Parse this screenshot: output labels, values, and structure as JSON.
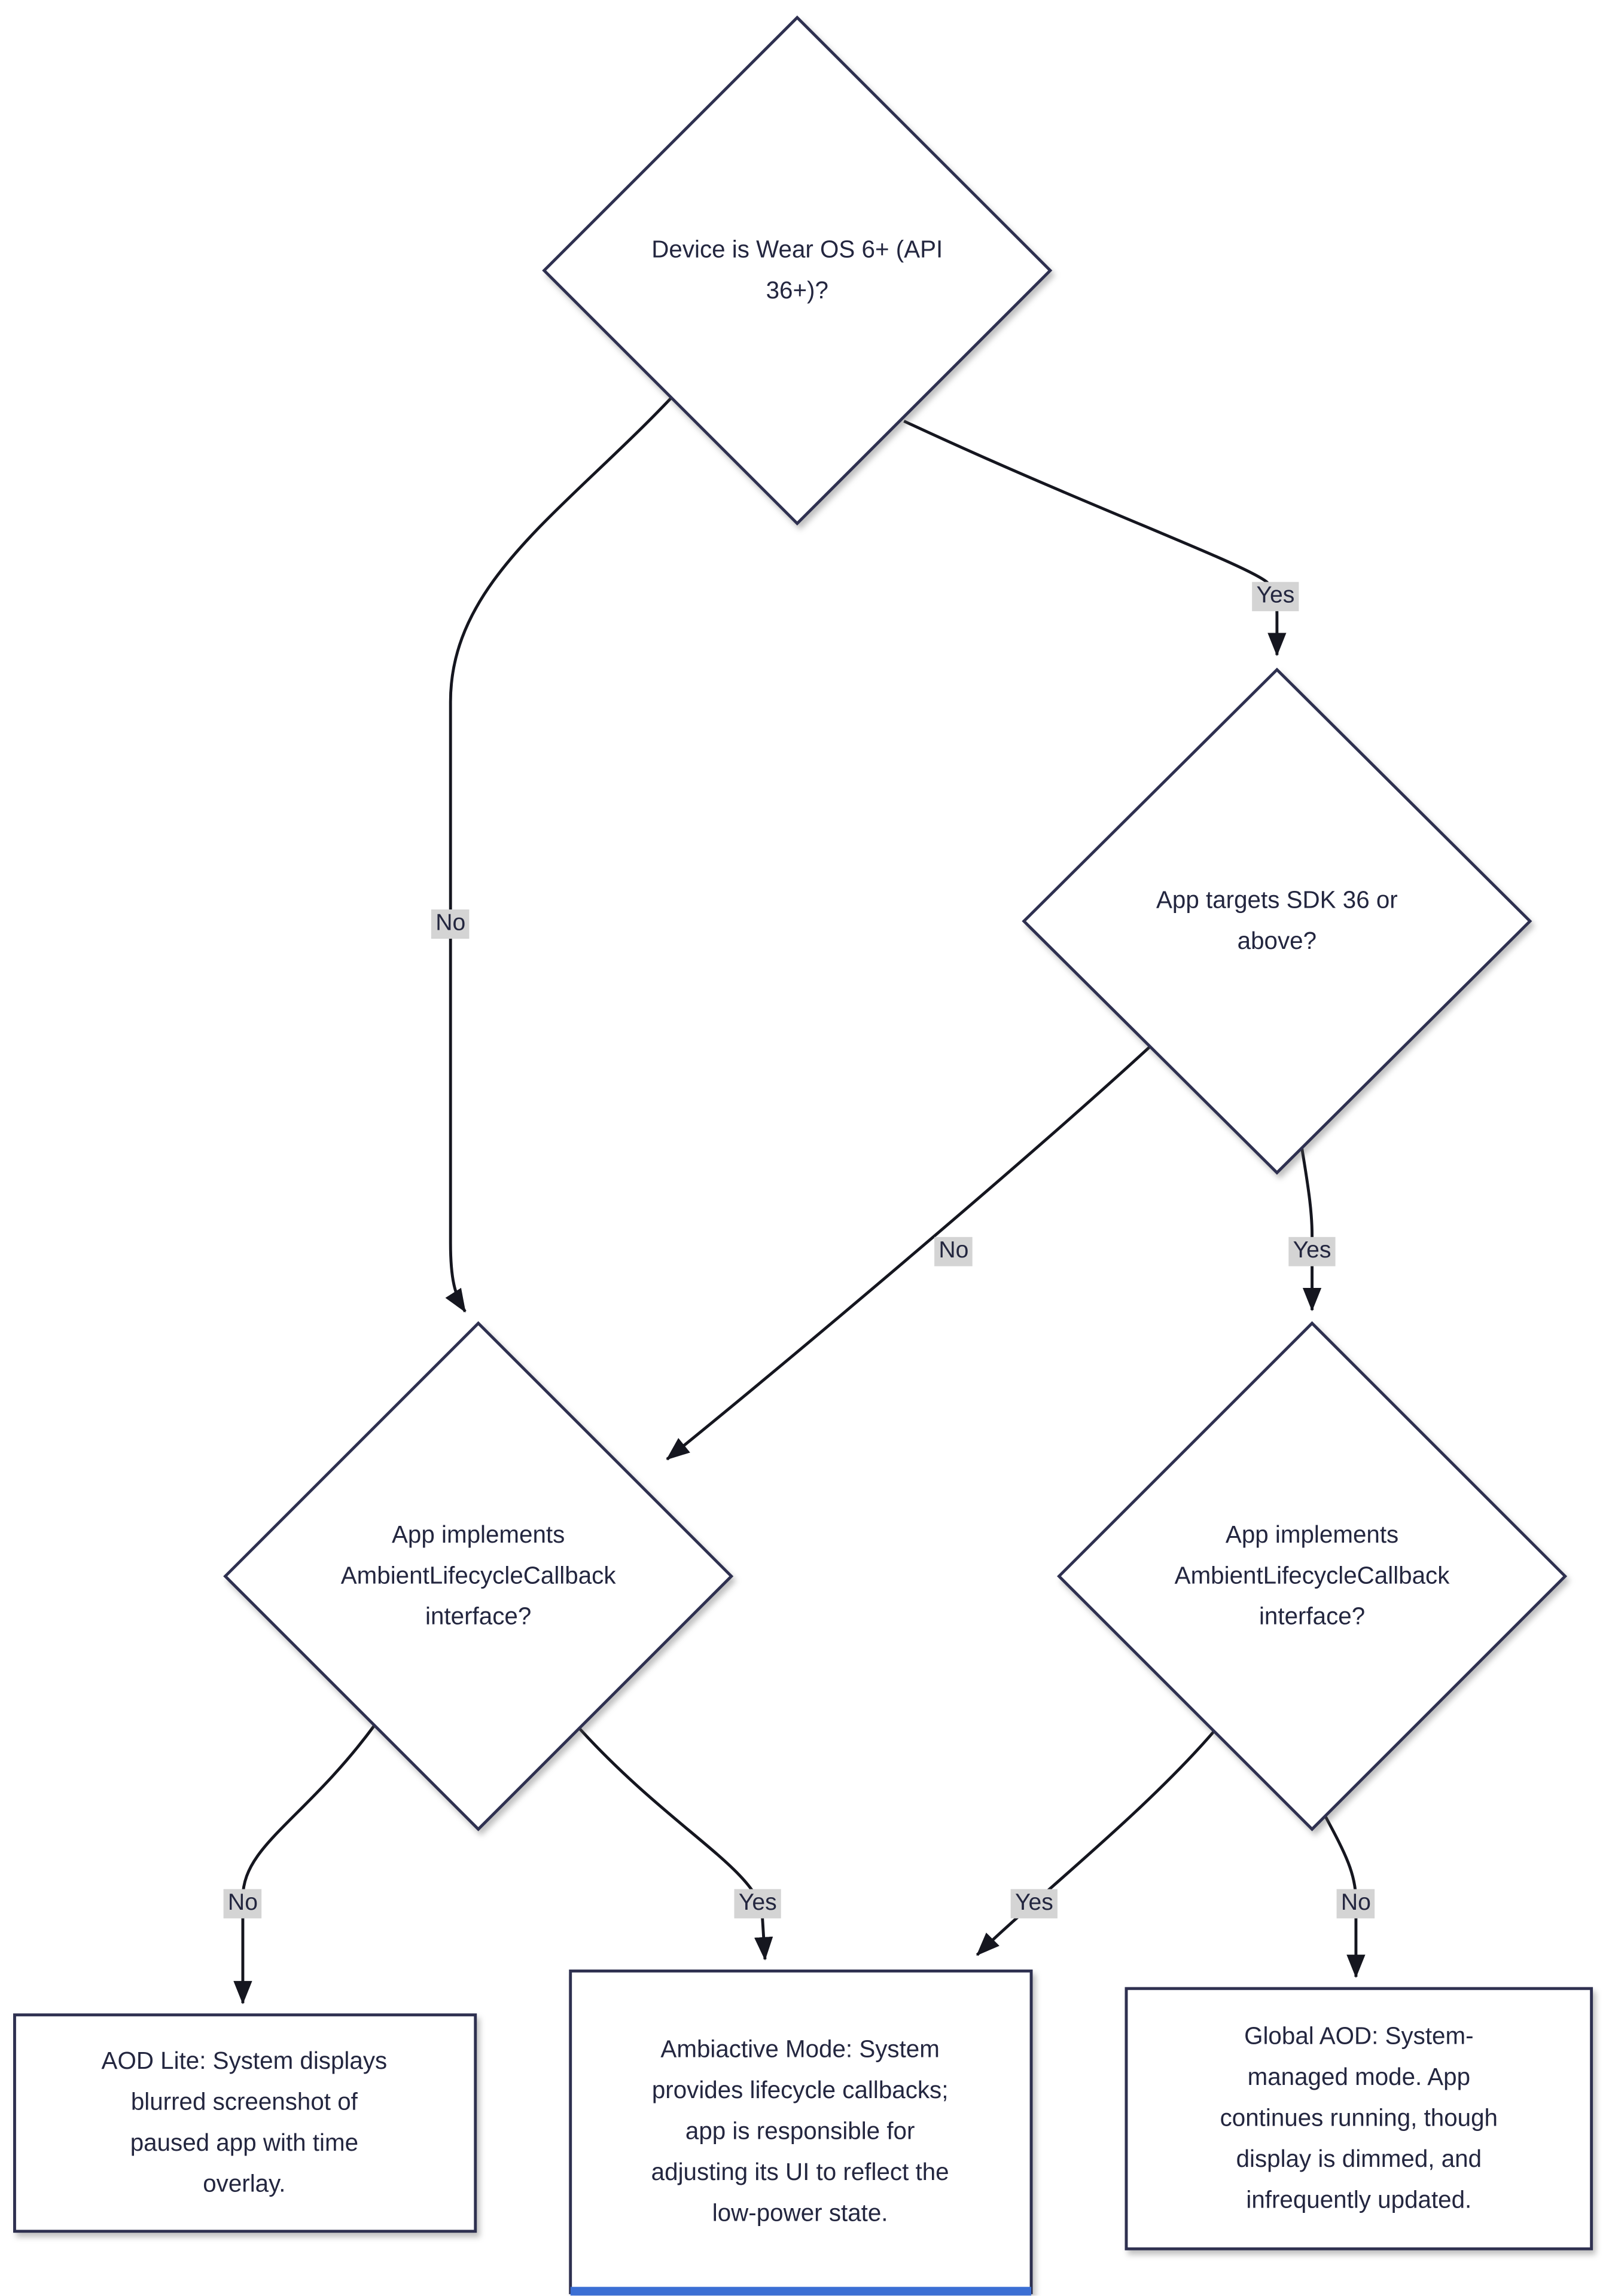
{
  "diagram_type": "flowchart",
  "colors": {
    "node_border": "#2e3050",
    "node_fill": "#ffffff",
    "text": "#23263f",
    "edge": "#15161f",
    "label_bg": "#d4d4d4",
    "accent_blue": "#3b6fd4"
  },
  "nodes": {
    "decision_wear_os": {
      "label": "Device is Wear OS 6+ (API 36+)?",
      "type": "decision"
    },
    "decision_sdk36": {
      "label": "App targets SDK 36 or above?",
      "type": "decision"
    },
    "decision_ambient_left": {
      "label": "App implements AmbientLifecycleCallback interface?",
      "type": "decision"
    },
    "decision_ambient_right": {
      "label": "App implements AmbientLifecycleCallback interface?",
      "type": "decision"
    },
    "result_aod_lite": {
      "label": "AOD Lite: System displays blurred screenshot of paused app with time overlay.",
      "type": "result"
    },
    "result_ambiactive": {
      "label": "Ambiactive Mode: System provides lifecycle callbacks; app is responsible for adjusting its UI to reflect the low-power state.",
      "type": "result"
    },
    "result_global_aod": {
      "label": "Global AOD: System-managed mode. App continues running, though display is dimmed, and infrequently updated.",
      "type": "result"
    }
  },
  "edges": {
    "wear_os_no": {
      "label": "No",
      "from": "decision_wear_os",
      "to": "decision_ambient_left"
    },
    "wear_os_yes": {
      "label": "Yes",
      "from": "decision_wear_os",
      "to": "decision_sdk36"
    },
    "sdk_no": {
      "label": "No",
      "from": "decision_sdk36",
      "to": "decision_ambient_left"
    },
    "sdk_yes": {
      "label": "Yes",
      "from": "decision_sdk36",
      "to": "decision_ambient_right"
    },
    "ambient_left_no": {
      "label": "No",
      "from": "decision_ambient_left",
      "to": "result_aod_lite"
    },
    "ambient_left_yes": {
      "label": "Yes",
      "from": "decision_ambient_left",
      "to": "result_ambiactive"
    },
    "ambient_right_yes": {
      "label": "Yes",
      "from": "decision_ambient_right",
      "to": "result_ambiactive"
    },
    "ambient_right_no": {
      "label": "No",
      "from": "decision_ambient_right",
      "to": "result_global_aod"
    }
  }
}
